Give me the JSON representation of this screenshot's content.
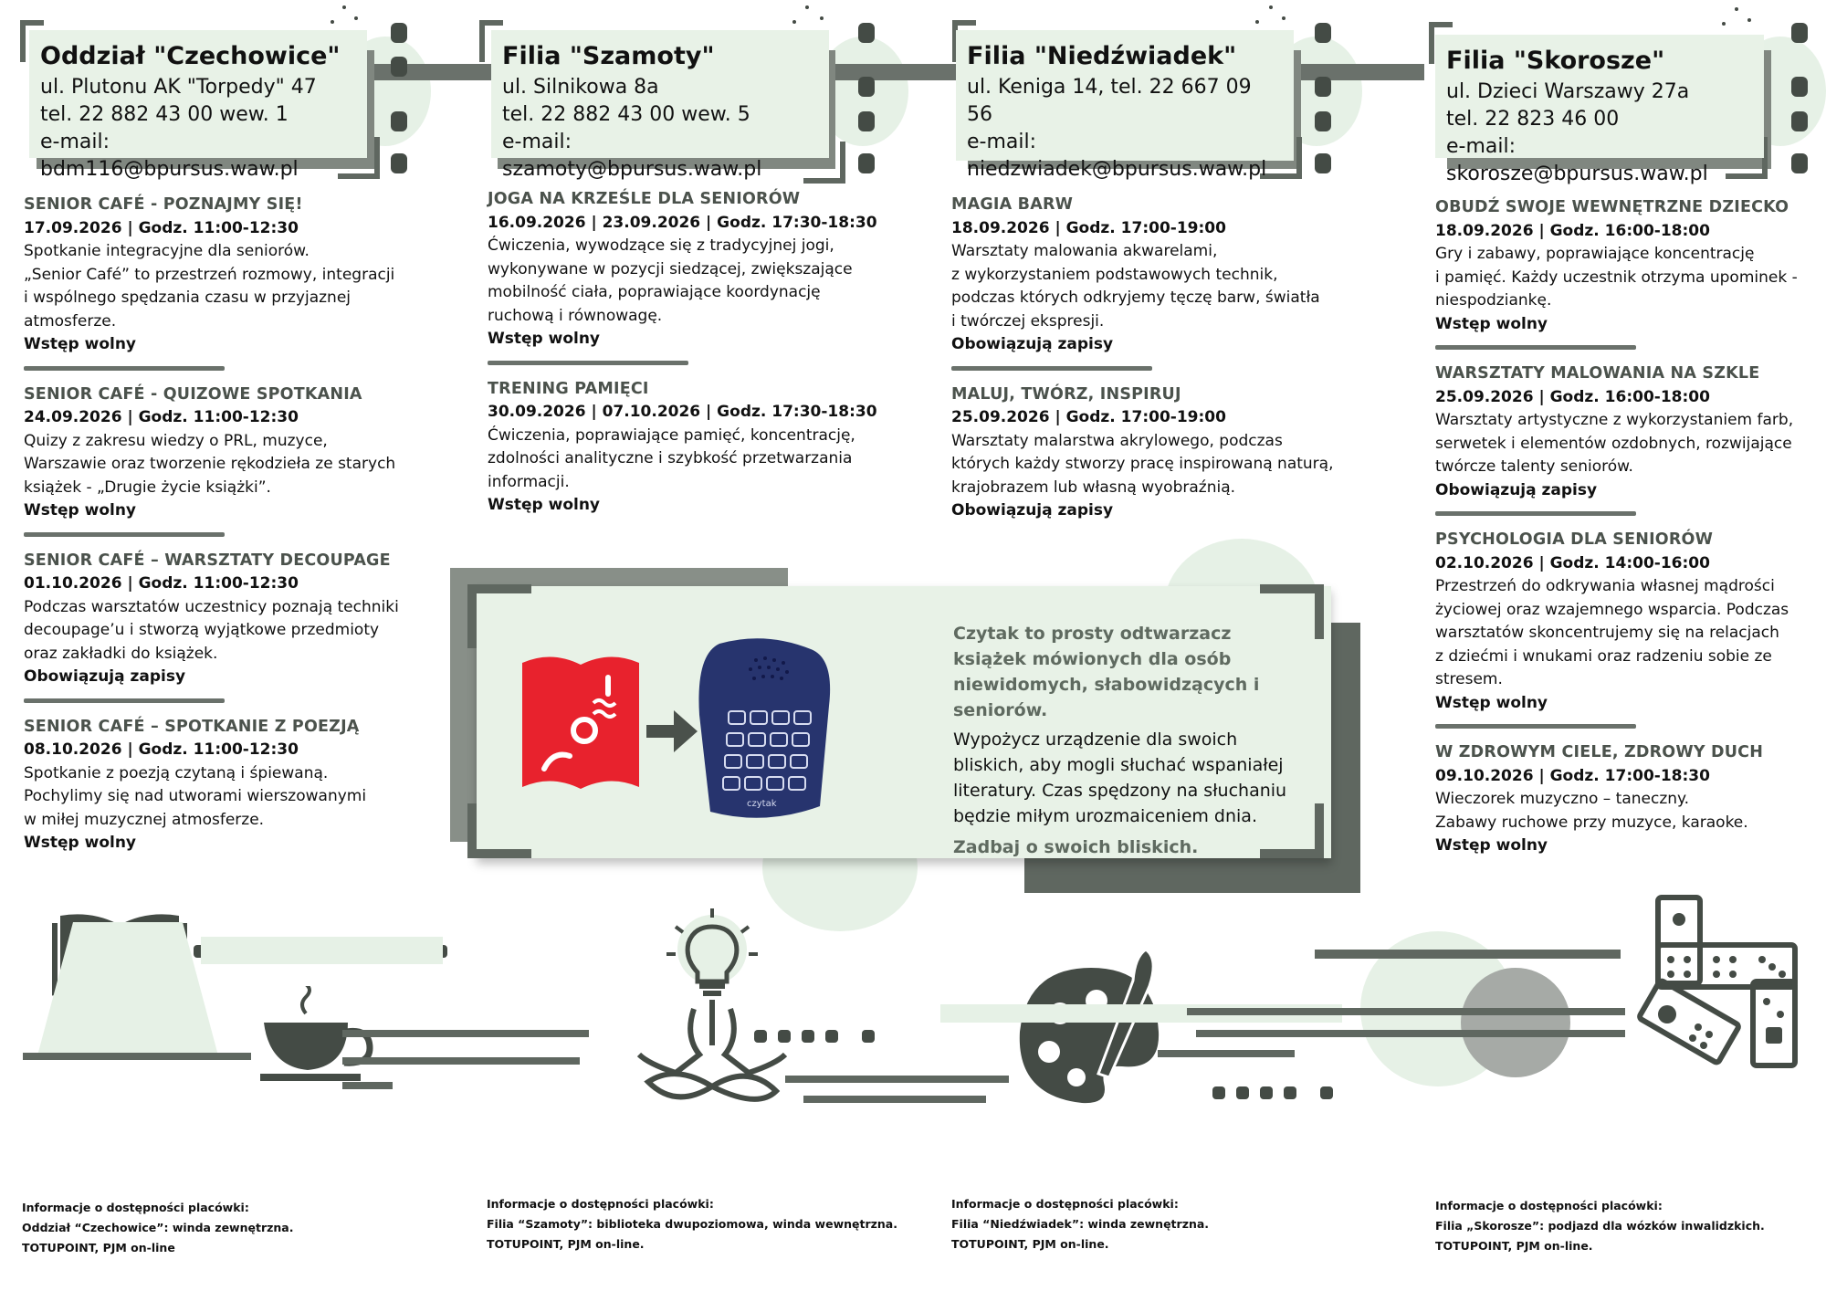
{
  "branches": [
    {
      "title": "Oddział \"Czechowice\"",
      "lines": [
        "ul. Plutonu AK \"Torpedy\" 47",
        "tel. 22 882 43 00 wew. 1",
        "e-mail: bdm116@bpursus.waw.pl"
      ],
      "events": [
        {
          "title": "SENIOR CAFÉ - POZNAJMY SIĘ!",
          "date": "17.09.2026 | Godz. 11:00-12:30",
          "desc": [
            "Spotkanie integracyjne dla seniorów.",
            "„Senior Café” to przestrzeń rozmowy, integracji",
            "i wspólnego spędzania czasu w przyjaznej",
            "atmosferze."
          ],
          "note": "Wstęp wolny"
        },
        {
          "title": "SENIOR CAFÉ - QUIZOWE SPOTKANIA",
          "date": "24.09.2026 | Godz. 11:00-12:30",
          "desc": [
            "Quizy z zakresu wiedzy o PRL, muzyce,",
            "Warszawie oraz tworzenie rękodzieła ze starych",
            "książek - „Drugie życie książki”."
          ],
          "note": "Wstęp wolny"
        },
        {
          "title": "SENIOR CAFÉ – WARSZTATY DECOUPAGE",
          "date": "01.10.2026 | Godz. 11:00-12:30",
          "desc": [
            "Podczas warsztatów uczestnicy poznają techniki",
            "decoupage’u i stworzą wyjątkowe przedmioty",
            "oraz zakładki do książek."
          ],
          "note": "Obowiązują zapisy"
        },
        {
          "title": "SENIOR CAFÉ – SPOTKANIE Z POEZJĄ",
          "date": "08.10.2026 | Godz. 11:00-12:30",
          "desc": [
            "Spotkanie z poezją czytaną i śpiewaną.",
            "Pochylimy się nad utworami wierszowanymi",
            "w miłej muzycznej atmosferze."
          ],
          "note": "Wstęp wolny"
        }
      ],
      "footer": [
        "Informacje o dostępności placówki:",
        "Oddział “Czechowice”: winda zewnętrzna.",
        "TOTUPOINT, PJM on-line"
      ]
    },
    {
      "title": "Filia \"Szamoty\"",
      "lines": [
        "ul. Silnikowa 8a",
        "tel. 22 882 43 00 wew. 5",
        "e-mail: szamoty@bpursus.waw.pl"
      ],
      "events": [
        {
          "title": "JOGA NA KRZEŚLE DLA SENIORÓW",
          "date": "16.09.2026 | 23.09.2026 | Godz. 17:30-18:30",
          "desc": [
            "Ćwiczenia, wywodzące się z tradycyjnej jogi,",
            "wykonywane w pozycji siedzącej, zwiększające",
            "mobilność ciała, poprawiające koordynację",
            "ruchową i równowagę."
          ],
          "note": "Wstęp wolny"
        },
        {
          "title": "TRENING PAMIĘCI",
          "date": "30.09.2026 | 07.10.2026 | Godz. 17:30-18:30",
          "desc": [
            "Ćwiczenia, poprawiające pamięć, koncentrację,",
            "zdolności analityczne i szybkość przetwarzania",
            "informacji."
          ],
          "note": "Wstęp wolny"
        }
      ],
      "footer": [
        "Informacje o dostępności placówki:",
        "Filia “Szamoty”: biblioteka dwupoziomowa, winda wewnętrzna.",
        "TOTUPOINT, PJM on-line."
      ]
    },
    {
      "title": "Filia \"Niedźwiadek\"",
      "lines": [
        "ul. Keniga 14, tel. 22 667 09 56",
        "e-mail:",
        "niedzwiadek@bpursus.waw.pl"
      ],
      "events": [
        {
          "title": "MAGIA BARW",
          "date": "18.09.2026 | Godz. 17:00-19:00",
          "desc": [
            "Warsztaty malowania akwarelami,",
            "z wykorzystaniem podstawowych technik,",
            "podczas których odkryjemy tęczę barw, światła",
            "i twórczej ekspresji."
          ],
          "note": "Obowiązują zapisy"
        },
        {
          "title": "MALUJ, TWÓRZ, INSPIRUJ",
          "date": "25.09.2026 | Godz. 17:00-19:00",
          "desc": [
            "Warsztaty malarstwa akrylowego, podczas",
            "których każdy stworzy pracę inspirowaną naturą,",
            "krajobrazem lub własną wyobraźnią."
          ],
          "note": "Obowiązują zapisy"
        }
      ],
      "footer": [
        "Informacje o dostępności placówki:",
        "Filia “Niedźwiadek”: winda zewnętrzna.",
        "TOTUPOINT, PJM on-line."
      ]
    },
    {
      "title": "Filia \"Skorosze\"",
      "lines": [
        "ul. Dzieci Warszawy 27a",
        "tel. 22 823 46 00",
        "e-mail: skorosze@bpursus.waw.pl"
      ],
      "events": [
        {
          "title": "OBUDŹ SWOJE WEWNĘTRZNE DZIECKO",
          "date": "18.09.2026 | Godz. 16:00-18:00",
          "desc": [
            "Gry i zabawy, poprawiające koncentrację",
            "i pamięć. Każdy uczestnik otrzyma upominek -",
            "niespodziankę."
          ],
          "note": "Wstęp wolny"
        },
        {
          "title": "WARSZTATY MALOWANIA NA SZKLE",
          "date": "25.09.2026 | Godz. 16:00-18:00",
          "desc": [
            "Warsztaty artystyczne z wykorzystaniem farb,",
            "serwetek i elementów ozdobnych, rozwijające",
            "twórcze talenty seniorów."
          ],
          "note": "Obowiązują zapisy"
        },
        {
          "title": "PSYCHOLOGIA DLA SENIORÓW",
          "date": "02.10.2026 | Godz. 14:00-16:00",
          "desc": [
            "Przestrzeń do odkrywania własnej mądrości",
            "życiowej oraz wzajemnego wsparcia. Podczas",
            "warsztatów skoncentrujemy się na relacjach",
            "z dziećmi i wnukami oraz radzeniu sobie ze",
            "stresem."
          ],
          "note": "Wstęp wolny"
        },
        {
          "title": "W ZDROWYM CIELE, ZDROWY DUCH",
          "date": "09.10.2026 | Godz. 17:00-18:30",
          "desc": [
            "Wieczorek muzyczno – taneczny.",
            "Zabawy ruchowe przy muzyce, karaoke."
          ],
          "note": "Wstęp wolny"
        }
      ],
      "footer": [
        "Informacje o dostępności placówki:",
        "Filia „Skorosze”: podjazd dla wózków inwalidzkich.",
        "TOTUPOINT, PJM on-line."
      ]
    }
  ],
  "czytak": {
    "bold_intro": "Czytak to prosty odtwarzacz książek mówionych dla osób niewidomych, słabowidzących i seniorów.",
    "body": "Wypożycz urządzenie dla swoich bliskich, aby mogli słuchać wspaniałej literatury. Czas spędzony na słuchaniu będzie miłym urozmaiceniem dnia.",
    "closing": "Zadbaj o swoich bliskich.",
    "device_brand": "czytak",
    "colors": {
      "logo_red": "#e8222d",
      "device_blue": "#27346e",
      "accent_green": "#e8f2e7",
      "dark_gray": "#444b45"
    }
  }
}
